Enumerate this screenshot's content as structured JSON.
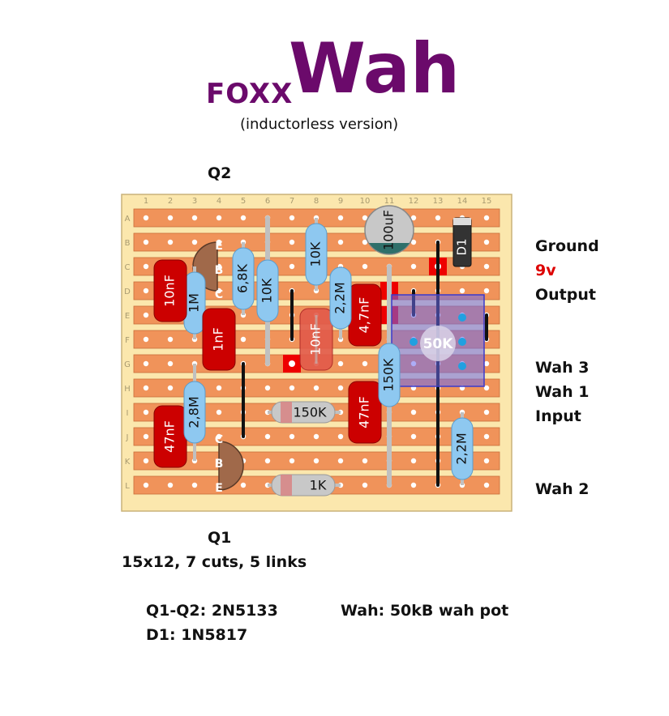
{
  "header": {
    "brand": "FOXX",
    "title": "Wah",
    "subtitle": "(inductorless version)"
  },
  "board": {
    "columns": [
      "1",
      "2",
      "3",
      "4",
      "5",
      "6",
      "7",
      "8",
      "9",
      "10",
      "11",
      "12",
      "13",
      "14",
      "15"
    ],
    "rows": [
      "A",
      "B",
      "C",
      "D",
      "E",
      "F",
      "G",
      "H",
      "I",
      "J",
      "K",
      "L"
    ],
    "strip_color": "#f0935a",
    "hole_color": "#ffffff",
    "board_color": "#fbe7ad"
  },
  "transistors": {
    "q2_label": "Q2",
    "q1_label": "Q1",
    "pins_q2": [
      "E",
      "B",
      "C"
    ],
    "pins_q1": [
      "C",
      "B",
      "E"
    ]
  },
  "components": {
    "c10nf_a": "10nF",
    "r1m": "1M",
    "c1nf": "1nF",
    "r6k8": "6,8K",
    "r10k_a": "10K",
    "r10k_b": "10K",
    "c10nf_b": "10nF",
    "r2m2_a": "2,2M",
    "c4n7": "4,7nF",
    "c100uf": "100uF",
    "d1": "D1",
    "pot": "50K",
    "r150k_v": "150K",
    "r2m8": "2,8M",
    "c47nf_a": "47nF",
    "r150k_h": "150K",
    "c47nf_b": "47nF",
    "r2m2_b": "2,2M",
    "r1k": "1K"
  },
  "connections": {
    "ground": "Ground",
    "v9": "9v",
    "output": "Output",
    "wah3": "Wah 3",
    "wah1": "Wah 1",
    "input": "Input",
    "wah2": "Wah 2"
  },
  "colors": {
    "title": "#6b0a6b",
    "v9": "#dd0000",
    "resistor": "#8ec8f0",
    "capacitor": "#cc0000",
    "electrolytic": "#c8c8c8",
    "pot_fill": "#7070ee",
    "transistor": "#a0694a"
  },
  "footer": {
    "size_info": "15x12, 7 cuts, 5 links",
    "q_parts": "Q1-Q2: 2N5133",
    "d_parts": "D1: 1N5817",
    "wah_part": "Wah: 50kB wah pot"
  }
}
